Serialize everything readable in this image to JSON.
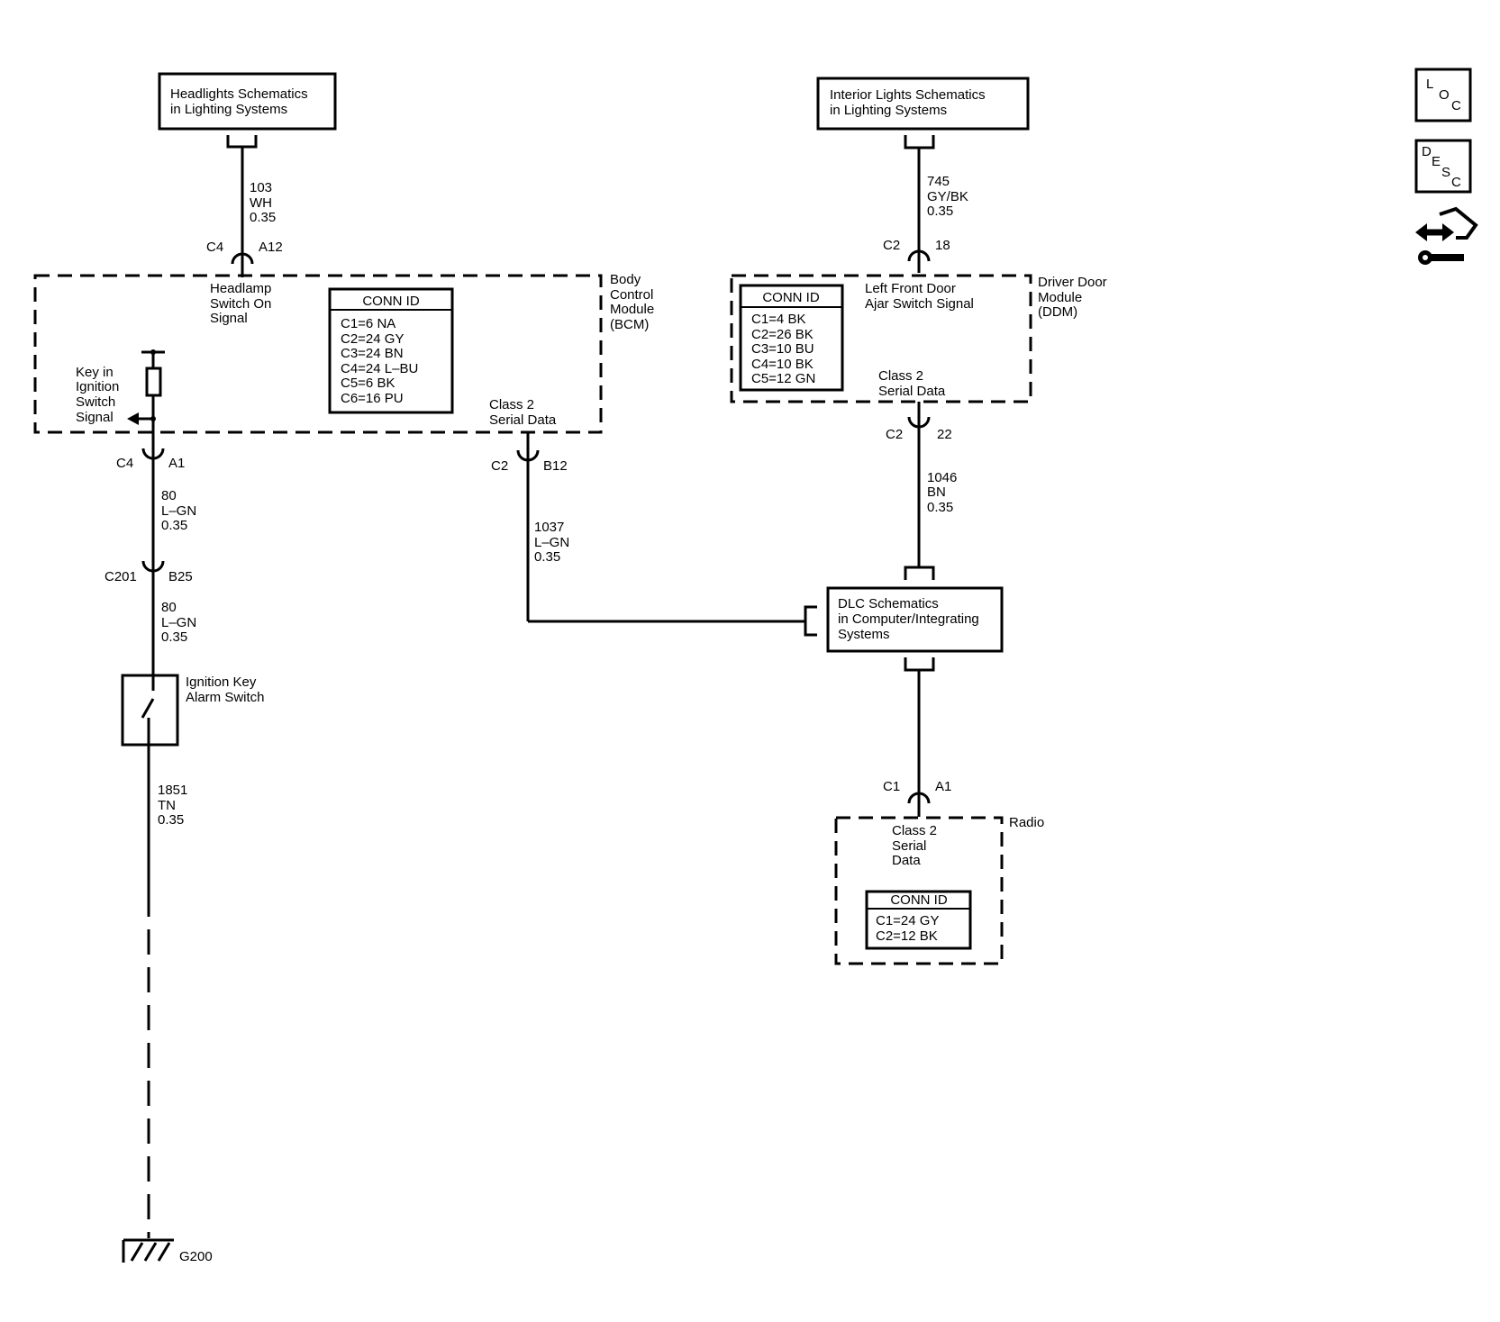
{
  "ref_boxes": {
    "headlights": [
      "Headlights Schematics",
      "in Lighting Systems"
    ],
    "interior": [
      "Interior Lights Schematics",
      "in Lighting Systems"
    ],
    "dlc": [
      "DLC Schematics",
      "in Computer/Integrating",
      "Systems"
    ]
  },
  "bcm": {
    "name": [
      "Body",
      "Control",
      "Module",
      "(BCM)"
    ],
    "headlamp_signal": [
      "Headlamp",
      "Switch On",
      "Signal"
    ],
    "key_signal": [
      "Key in",
      "Ignition",
      "Switch",
      "Signal"
    ],
    "serial": [
      "Class 2",
      "Serial Data"
    ],
    "conn_title": "CONN ID",
    "conn_rows": [
      "C1=6 NA",
      "C2=24 GY",
      "C3=24 BN",
      "C4=24 L–BU",
      "C5=6 BK",
      "C6=16 PU"
    ]
  },
  "ddm": {
    "name": [
      "Driver Door",
      "Module",
      "(DDM)"
    ],
    "ajar_signal": [
      "Left Front Door",
      "Ajar Switch Signal"
    ],
    "serial": [
      "Class 2",
      "Serial Data"
    ],
    "conn_title": "CONN ID",
    "conn_rows": [
      "C1=4 BK",
      "C2=26 BK",
      "C3=10 BU",
      "C4=10 BK",
      "C5=12 GN"
    ]
  },
  "radio": {
    "name": "Radio",
    "serial": [
      "Class 2",
      "Serial",
      "Data"
    ],
    "conn_title": "CONN ID",
    "conn_rows": [
      "C1=24 GY",
      "C2=12 BK"
    ]
  },
  "switch": {
    "name": [
      "Ignition Key",
      "Alarm Switch"
    ]
  },
  "ground": {
    "name": "G200"
  },
  "wires": {
    "w103": [
      "103",
      "WH",
      "0.35"
    ],
    "w80a": [
      "80",
      "L–GN",
      "0.35"
    ],
    "w80b": [
      "80",
      "L–GN",
      "0.35"
    ],
    "w1851": [
      "1851",
      "TN",
      "0.35"
    ],
    "w1037": [
      "1037",
      "L–GN",
      "0.35"
    ],
    "w745": [
      "745",
      "GY/BK",
      "0.35"
    ],
    "w1046": [
      "1046",
      "BN",
      "0.35"
    ]
  },
  "connectors": {
    "bcm_c4_a12": [
      "C4",
      "A12"
    ],
    "bcm_c4_a1": [
      "C4",
      "A1"
    ],
    "c201_b25": [
      "C201",
      "B25"
    ],
    "bcm_c2_b12": [
      "C2",
      "B12"
    ],
    "ddm_c2_18": [
      "C2",
      "18"
    ],
    "ddm_c2_22": [
      "C2",
      "22"
    ],
    "radio_c1_a1": [
      "C1",
      "A1"
    ]
  },
  "icons": {
    "loc": [
      "L",
      "O",
      "C"
    ],
    "desc": [
      "D",
      "E",
      "S",
      "C"
    ],
    "tools": "wrench-arrows-icon"
  }
}
